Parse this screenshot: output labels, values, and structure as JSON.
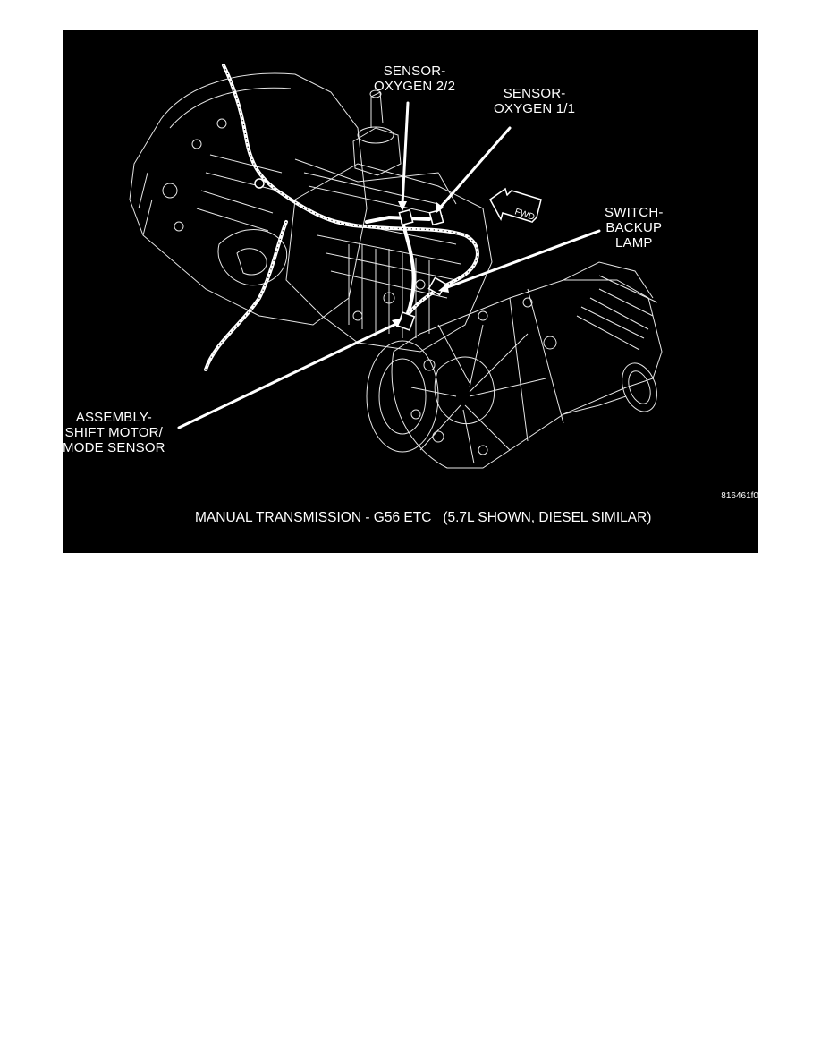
{
  "figure": {
    "callouts": [
      {
        "id": "oxygen-sensor-2-2",
        "lines": [
          "SENSOR-",
          "OXYGEN 2/2"
        ]
      },
      {
        "id": "oxygen-sensor-1-1",
        "lines": [
          "SENSOR-",
          "OXYGEN 1/1"
        ]
      },
      {
        "id": "backup-lamp-switch",
        "lines": [
          "SWITCH-",
          "BACKUP",
          "LAMP"
        ]
      },
      {
        "id": "shift-motor-assembly",
        "lines": [
          "ASSEMBLY-",
          "SHIFT MOTOR/",
          "MODE SENSOR"
        ]
      }
    ],
    "direction_arrow": "FWD",
    "figure_id": "816461f0",
    "caption": "MANUAL TRANSMISSION - G56 ETC   (5.7L SHOWN, DIESEL SIMILAR)",
    "colors": {
      "background": "#000000",
      "linework": "#ffffff",
      "page": "#ffffff"
    }
  }
}
